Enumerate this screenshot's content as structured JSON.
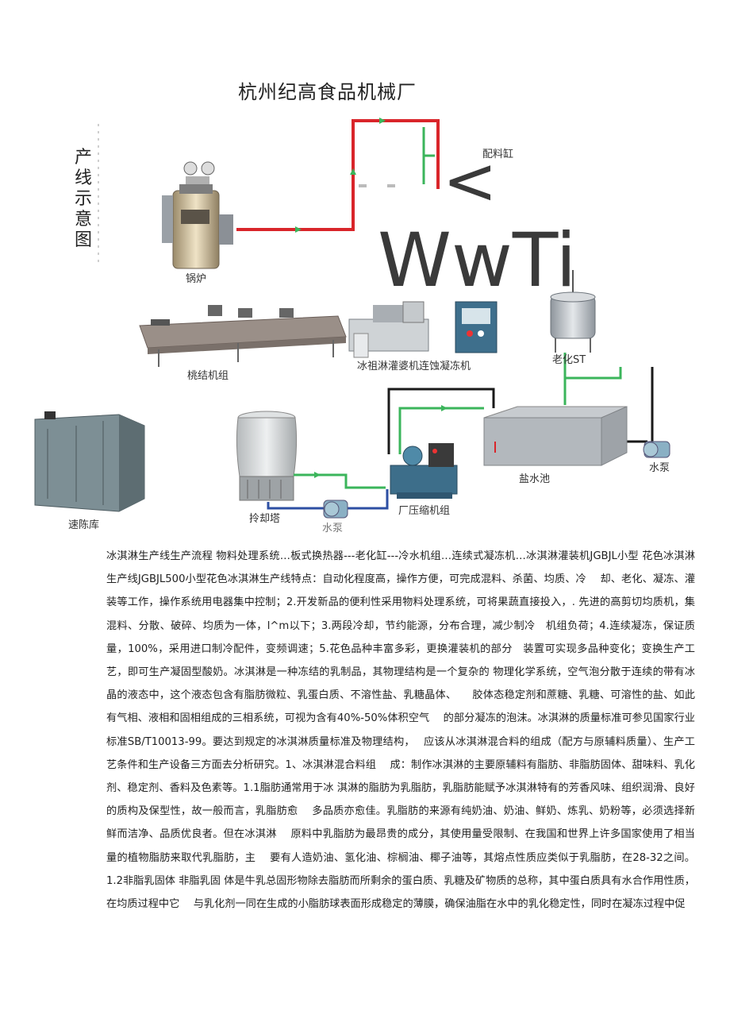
{
  "header": {
    "title": "杭州纪高食品机械厂",
    "vertical_title": "产线示意图"
  },
  "big_glyphs": {
    "chevron": "<",
    "watermark": "WwTi"
  },
  "labels": {
    "boiler": "锅炉",
    "mix_tank": "配料缸",
    "aging": "老化ST",
    "hardening_unit": "桃结机组",
    "filling_machine": "冰祖淋灌婆机连蚀凝冻机",
    "cold_store": "速陈库",
    "cooling_tower": "拎却塔",
    "water_pump_left": "水泵",
    "compressor": "厂压缩机组",
    "brine_tank": "盐水池",
    "water_pump_right": "水泵"
  },
  "body": {
    "paragraph": "冰淇淋生产线生产流程 物料处理系统…板式换热器---老化缸---冷水机组…连续式凝冻机…冰淇淋灌装机JGBJL小型 花色冰淇淋生产线JGBJL500小型花色冰淇淋生产线特点：自动化程度高，操作方便，可完成混料、杀菌、均质、冷　 却、老化、凝冻、灌装等工作，操作系统用电器集中控制；2.开发新品的便利性采用物料处理系统，可将果蔬直接投入，. 先进的高剪切均质机，集混料、分散、破碎、均质为一体，l^m以下；3.两段冷却，节约能源，分布合理，减少制冷　机组负荷；4.连续凝冻，保证质量，100%，采用进口制冷配件，变频调速；5.花色品种丰富多彩，更换灌装机的部分　装置可实现多品种变化；变换生产工艺，即可生产凝固型酸奶。冰淇淋是一种冻结的乳制品，其物理结构是一个复杂的 物理化学系统，空气泡分散于连续的带有冰晶的液态中，这个液态包含有脂肪微粒、乳蛋白质、不溶性盐、乳糖晶体、　　胶体态稳定剂和蔗糖、乳糖、可溶性的盐、如此有气相、液相和固相组成的三相系统，可视为含有40%-50%体积空气　 的部分凝冻的泡沫。冰淇淋的质量标准可参见国家行业标准SB/T10013-99。要达到规定的冰淇淋质量标准及物理结构，　 应该从冰淇淋混合料的组成（配方与原辅料质量）、生产工艺条件和生产设备三方面去分析研究。1、冰淇淋混合料组　 成：制作冰淇淋的主要原辅料有脂肪、非脂肪固体、甜味料、乳化剂、稳定剂、香料及色素等。1.1脂肪通常用于冰 淇淋的脂肪为乳脂肪，乳脂肪能赋予冰淇淋特有的芳香风味、组织润滑、良好的质构及保型性，故一般而言，乳脂肪愈　 多品质亦愈佳。乳脂肪的来源有纯奶油、奶油、鲜奶、炼乳、奶粉等，必须选择新鲜而洁净、品质优良者。但在冰淇淋　 原料中乳脂肪为最昂贵的成分，其使用量受限制、在我国和世界上许多国家使用了相当量的植物脂肪来取代乳脂肪，主　 要有人造奶油、氢化油、棕榈油、椰子油等，其熔点性质应类似于乳脂肪，在28-32之间。1.2非脂乳固体 非脂乳固 体是牛乳总固形物除去脂肪而所剩余的蛋白质、乳糖及矿物质的总称，其中蛋白质具有水合作用性质，在均质过程中它　 与乳化剂一同在生成的小脂肪球表面形成稳定的薄膜，确保油脂在水中的乳化稳定性，同时在凝冻过程中促"
  },
  "colors": {
    "pipe_red": "#d9252a",
    "pipe_green": "#3bb55b",
    "pipe_blue": "#2d4fa3",
    "pipe_black": "#1a1a1a",
    "machine_steel": "#b9bec4"
  }
}
